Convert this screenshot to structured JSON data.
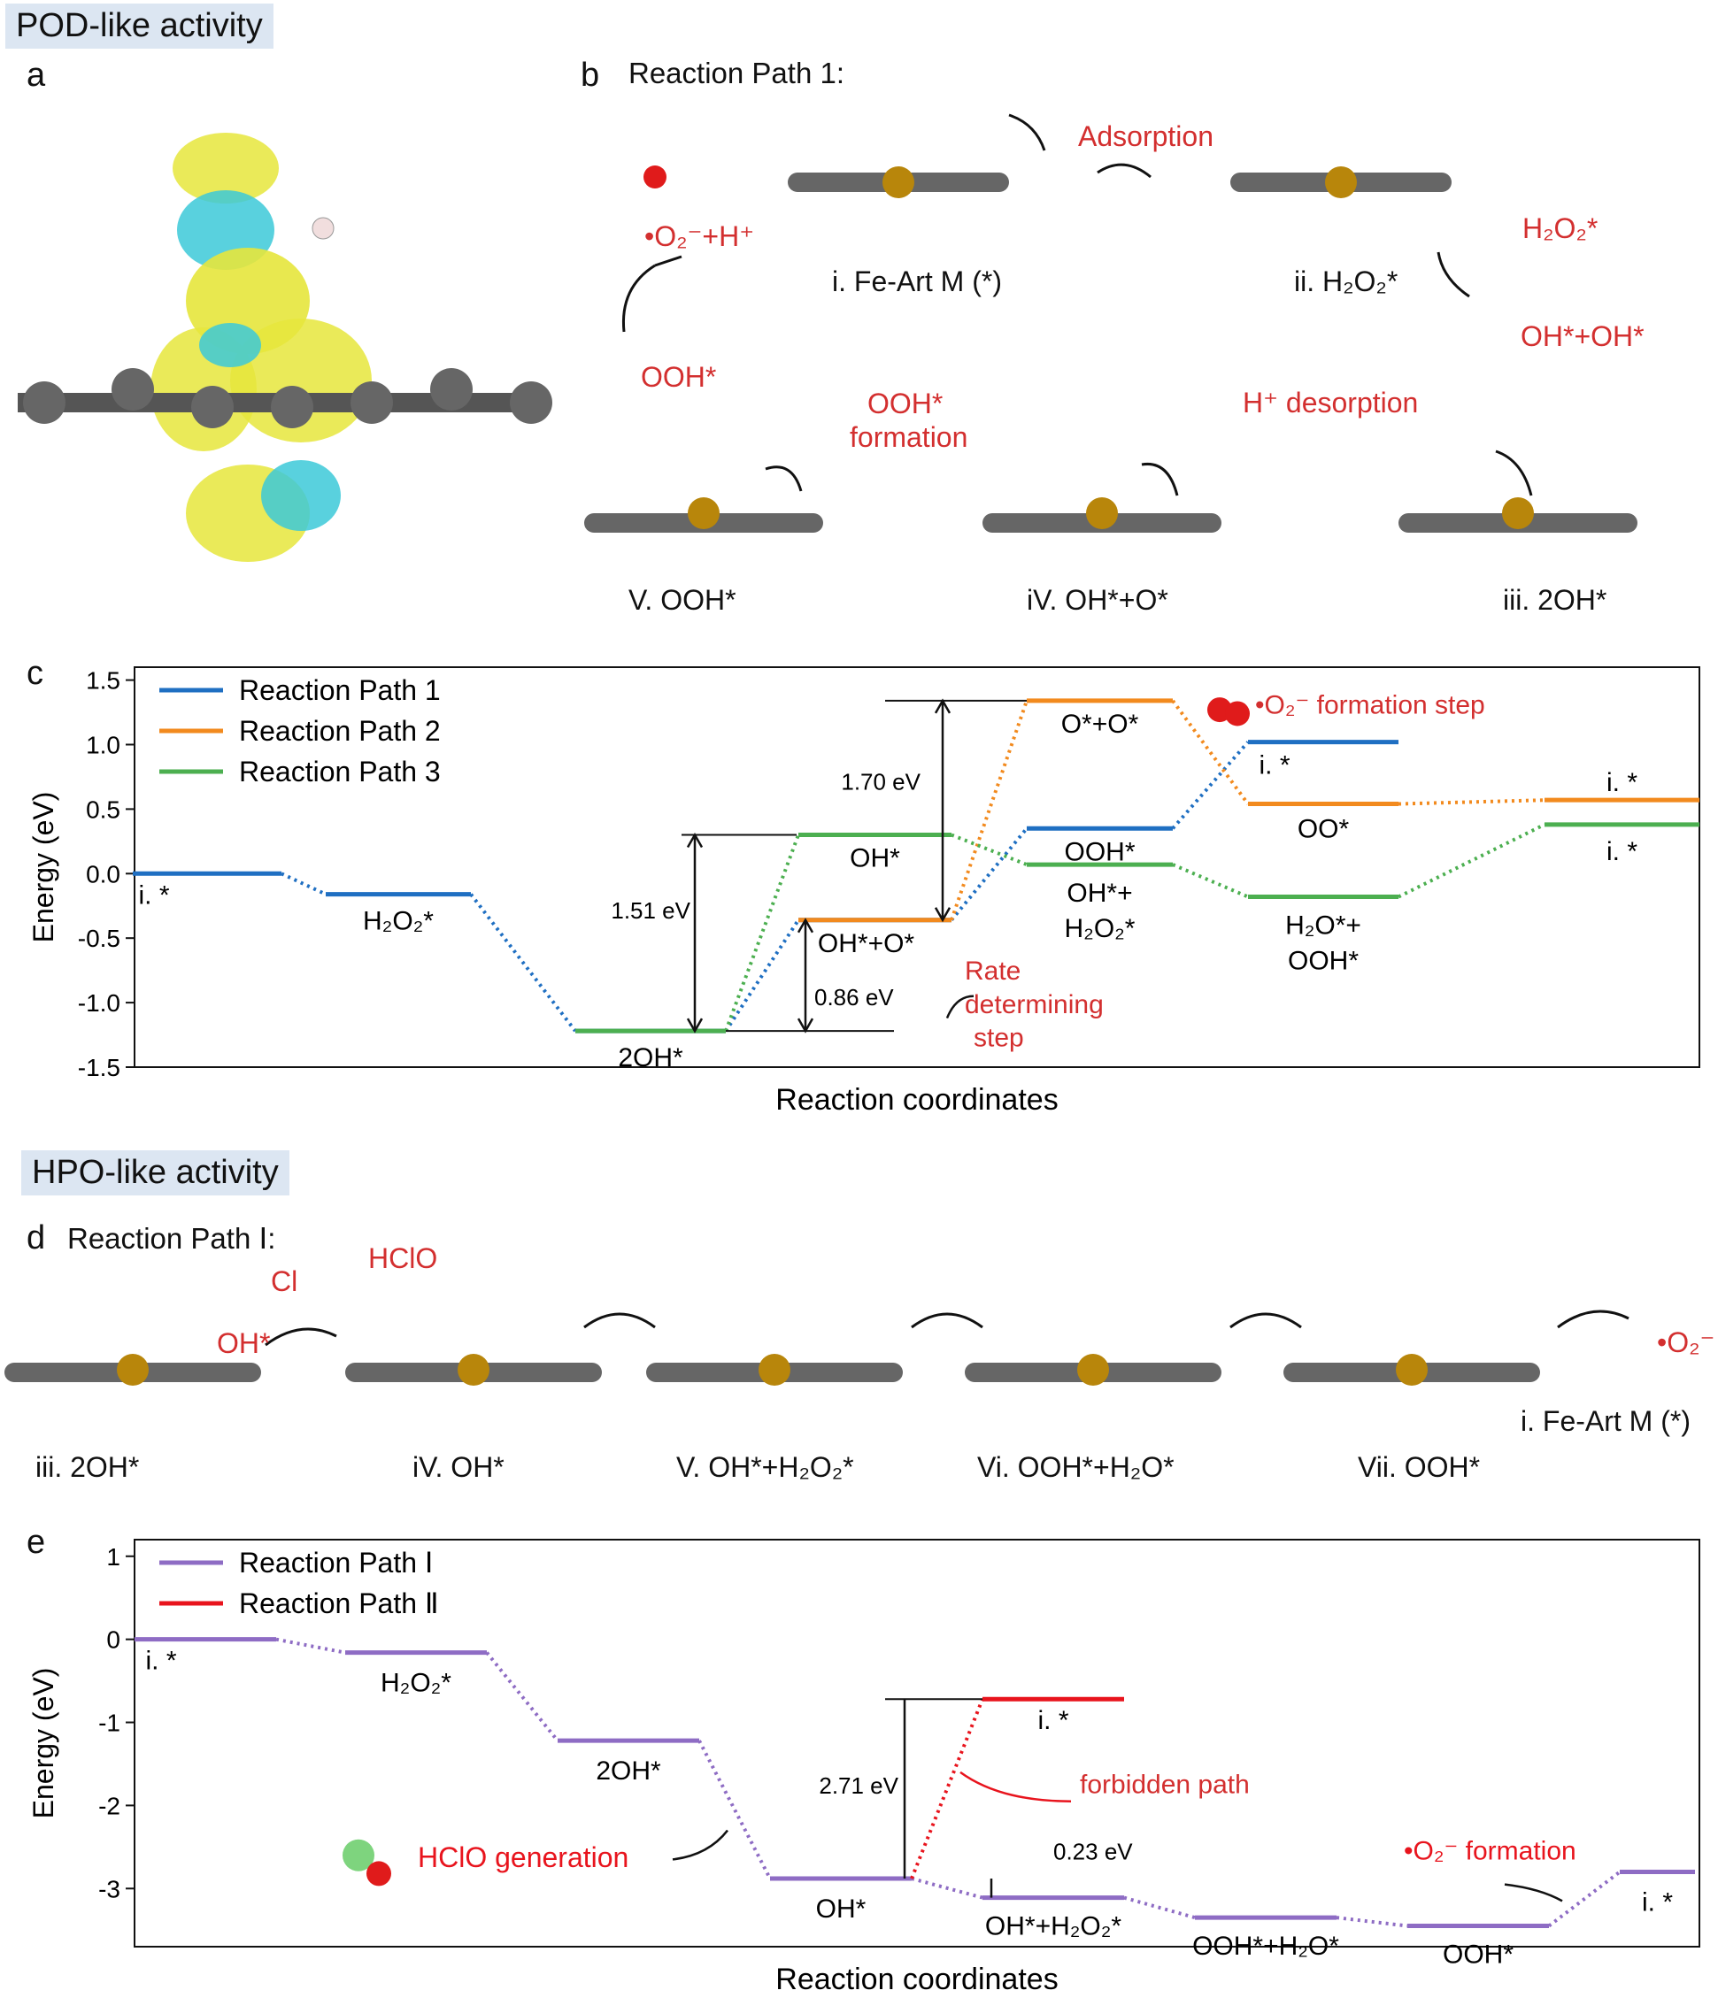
{
  "sections": {
    "pod": "POD-like activity",
    "hpo": "HPO-like activity"
  },
  "panels": {
    "a": "a",
    "b": "b",
    "c": "c",
    "d": "d",
    "e": "e"
  },
  "panel_b": {
    "title": "Reaction Path 1:",
    "states": [
      "i. Fe-Art M (*)",
      "ii. H₂O₂*",
      "iii. 2OH*",
      "iV. OH*+O*",
      "V. OOH*"
    ],
    "steps": [
      "Adsorption",
      "H₂O₂*",
      "OH*+OH*",
      "H⁺ desorption",
      "OOH*",
      "formation",
      "OOH*",
      "•O₂⁻+H⁺"
    ]
  },
  "panel_d": {
    "title": "Reaction Path Ⅰ:",
    "states": [
      "iii. 2OH*",
      "iV. OH*",
      "V. OH*+H₂O₂*",
      "Vi. OOH*+H₂O*",
      "Vii. OOH*",
      "i. Fe-Art M (*)"
    ],
    "species": [
      "Cl",
      "HClO",
      "OH*",
      "•O₂⁻"
    ]
  },
  "colors": {
    "path1": "#1f6fc2",
    "path2": "#f28a1e",
    "path3": "#4caf50",
    "pathI": "#8e6cc4",
    "pathII": "#e8141d",
    "annotation": "#d32f2f"
  },
  "chart_data": [
    {
      "type": "line",
      "title": "",
      "xlabel": "Reaction coordinates",
      "ylabel": "Energy (eV)",
      "ylim": [
        -1.5,
        1.6
      ],
      "yticks": [
        "-1.5",
        "-1.0",
        "-0.5",
        "0.0",
        "0.5",
        "1.0",
        "1.5"
      ],
      "legend_position": "top-left",
      "series": [
        {
          "name": "Reaction Path 1",
          "states": [
            "i. *",
            "H₂O₂*",
            "2OH*",
            "OH*+O*",
            "OOH*",
            "i. *"
          ],
          "values": [
            0.0,
            -0.16,
            -1.22,
            -0.36,
            0.35,
            1.02
          ]
        },
        {
          "name": "Reaction Path 2",
          "states": [
            "OH*+O*",
            "O*+O*",
            "OO*",
            "i. *"
          ],
          "values": [
            -0.36,
            1.34,
            0.54,
            0.57
          ]
        },
        {
          "name": "Reaction Path 3",
          "states": [
            "2OH*",
            "OH*",
            "OH*+ H₂O₂*",
            "H₂O*+ OOH*",
            "i. *"
          ],
          "values": [
            -1.22,
            0.3,
            0.07,
            -0.18,
            0.38
          ]
        }
      ],
      "annotations": [
        "1.70 eV",
        "1.51 eV",
        "0.86 eV",
        "Rate",
        "determining",
        "step",
        "•O₂⁻ formation step"
      ]
    },
    {
      "type": "line",
      "title": "",
      "xlabel": "Reaction coordinates",
      "ylabel": "Energy (eV)",
      "ylim": [
        -3.7,
        1.2
      ],
      "yticks": [
        "-3",
        "-2",
        "-1",
        "0",
        "1"
      ],
      "legend_position": "top-left",
      "series": [
        {
          "name": "Reaction Path Ⅰ",
          "states": [
            "i. *",
            "H₂O₂*",
            "2OH*",
            "OH*",
            "OH*+H₂O₂*",
            "OOH*+H₂O*",
            "OOH*",
            "i. *"
          ],
          "values": [
            0.0,
            -0.16,
            -1.22,
            -2.88,
            -3.11,
            -3.35,
            -3.45,
            -2.8
          ]
        },
        {
          "name": "Reaction Path Ⅱ",
          "states": [
            "OH*",
            "i. *"
          ],
          "values": [
            -2.88,
            -0.72
          ]
        }
      ],
      "annotations": [
        "2.71 eV",
        "0.23 eV",
        "forbidden path",
        "HClO generation",
        "•O₂⁻ formation"
      ]
    }
  ]
}
